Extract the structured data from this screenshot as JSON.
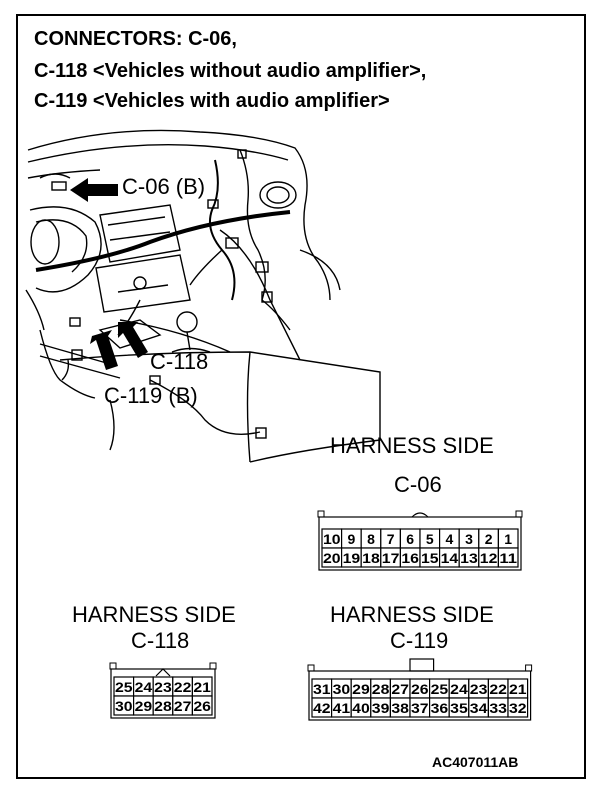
{
  "title": {
    "line1": "CONNECTORS: C-06,",
    "line2": "C-118 <Vehicles without audio amplifier>,",
    "line3": "C-119 <Vehicles with audio amplifier>"
  },
  "callouts": {
    "c06": "C-06 (B)",
    "c118": "C-118",
    "c119": "C-119 (B)"
  },
  "connectors": {
    "c06": {
      "side": "HARNESS SIDE",
      "name": "C-06",
      "top_row": [
        "10",
        "9",
        "8",
        "7",
        "6",
        "5",
        "4",
        "3",
        "2",
        "1"
      ],
      "bottom_row": [
        "20",
        "19",
        "18",
        "17",
        "16",
        "15",
        "14",
        "13",
        "12",
        "11"
      ]
    },
    "c118": {
      "side": "HARNESS SIDE",
      "name": "C-118",
      "top_row": [
        "25",
        "24",
        "23",
        "22",
        "21"
      ],
      "bottom_row": [
        "30",
        "29",
        "28",
        "27",
        "26"
      ]
    },
    "c119": {
      "side": "HARNESS SIDE",
      "name": "C-119",
      "top_row": [
        "31",
        "30",
        "29",
        "28",
        "27",
        "26",
        "25",
        "24",
        "23",
        "22",
        "21"
      ],
      "bottom_row": [
        "42",
        "41",
        "40",
        "39",
        "38",
        "37",
        "36",
        "35",
        "34",
        "33",
        "32"
      ]
    }
  },
  "figure_code": "AC407011AB"
}
